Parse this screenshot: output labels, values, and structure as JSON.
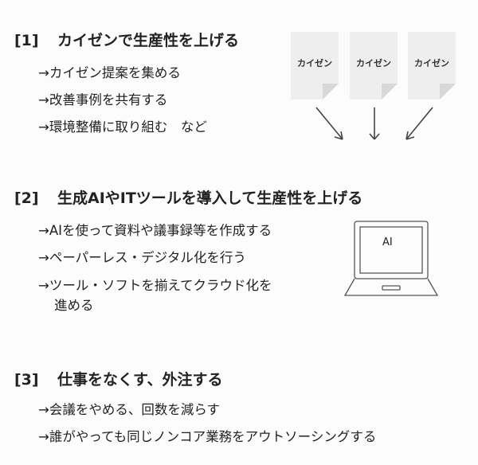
{
  "section1": {
    "number": "[1]",
    "title": "カイゼンで生産性を上げる",
    "items": [
      "→カイゼン提案を集める",
      "→改善事例を共有する",
      "→環境整備に取り組む　など"
    ],
    "cards": [
      "カイゼン",
      "カイゼン",
      "カイゼン"
    ]
  },
  "section2": {
    "number": "[2]",
    "title": "生成AIやITツールを導入して生産性を上げる",
    "items": [
      "→AIを使って資料や議事録等を作成する",
      "→ペーパーレス・デジタル化を行う",
      "→ツール・ソフトを揃えてクラウド化を",
      "進める"
    ],
    "laptop_label": "AI"
  },
  "section3": {
    "number": "[3]",
    "title": "仕事をなくす、外注する",
    "items": [
      "→会議をやめる、回数を減らす",
      "→誰がやっても同じノンコア業務をアウトソーシングする"
    ]
  }
}
